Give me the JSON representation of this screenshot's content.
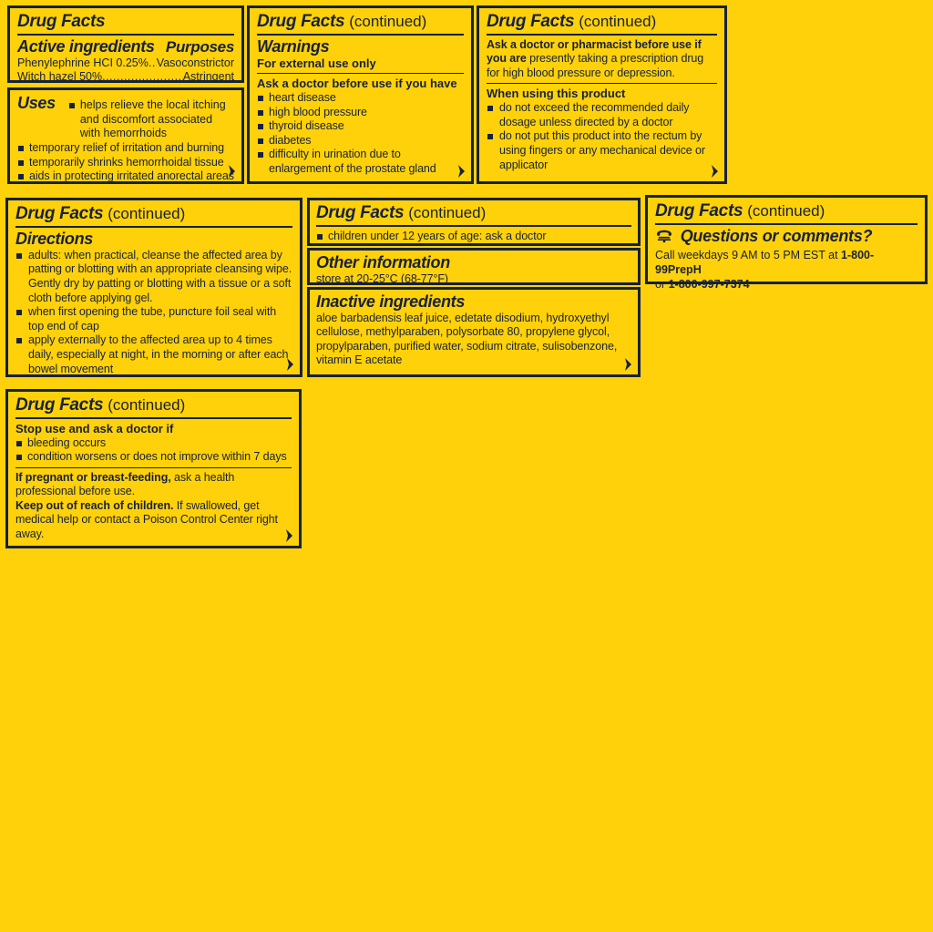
{
  "colors": {
    "background": "#FFD10A",
    "ink": "#16213f"
  },
  "common": {
    "title": "Drug Facts",
    "continued": "(continued)",
    "arrow_icon": "continuation-arrow-icon",
    "phone_icon": "telephone-icon"
  },
  "panels": {
    "active_ingredients": {
      "title": "Drug Facts",
      "heading_left": "Active ingredients",
      "heading_right": "Purposes",
      "rows": [
        {
          "name": "Phenylephrine HCI 0.25%",
          "dots": " .....",
          "purpose": "Vasoconstrictor"
        },
        {
          "name": "Witch hazel 50%",
          "dots": "............................",
          "purpose": "Astringent"
        }
      ]
    },
    "uses": {
      "heading": "Uses",
      "first_item": "helps relieve the local itching and discomfort associated with hemorrhoids",
      "items": [
        "temporary relief of irritation and burning",
        "temporarily shrinks hemorrhoidal tissue",
        "aids in protecting irritated anorectal areas"
      ]
    },
    "warnings": {
      "title": "Drug Facts",
      "continued": "(continued)",
      "heading": "Warnings",
      "subheading": "For external use only",
      "ask_heading": "Ask a doctor before use if you have",
      "ask_items": [
        "heart disease",
        "high blood pressure",
        "thyroid disease",
        "diabetes",
        "difficulty in urination due to enlargement of the prostate gland"
      ]
    },
    "ask_pharmacist": {
      "title": "Drug Facts",
      "continued": "(continued)",
      "ask_bold": "Ask a doctor or pharmacist before use if you are",
      "ask_rest": "presently taking a prescription drug for high blood pressure or depression.",
      "when_using_heading": "When using this product",
      "when_using_items": [
        "do not exceed the recommended daily dosage unless directed by a doctor",
        "do not put this product into the rectum by using fingers or any mechanical device or applicator"
      ]
    },
    "directions": {
      "title": "Drug Facts",
      "continued": "(continued)",
      "heading": "Directions",
      "items": [
        "adults: when practical, cleanse the affected area by patting or blotting with an appropriate cleansing wipe. Gently dry by patting or blotting with a tissue or a soft cloth before applying gel.",
        "when first opening the tube, puncture foil seal with top end of cap",
        "apply externally to the affected area up to 4 times daily, especially at night, in the morning or after each bowel movement"
      ]
    },
    "children": {
      "title": "Drug Facts",
      "continued": "(continued)",
      "item": "children under 12 years of age: ask a doctor"
    },
    "other_information": {
      "heading": "Other information",
      "text": "store at 20-25°C (68-77°F)"
    },
    "inactive_ingredients": {
      "heading": "Inactive ingredients",
      "text": "aloe barbadensis leaf juice, edetate disodium, hydroxyethyl cellulose, methylparaben, polysorbate 80, propylene glycol, propylparaben, purified water, sodium citrate, sulisobenzone, vitamin E acetate"
    },
    "questions": {
      "title": "Drug Facts",
      "continued": "(continued)",
      "heading": "Questions or comments?",
      "line1_prefix": "Call weekdays 9 AM to 5 PM EST at ",
      "line1_phone": "1-800-99PrepH",
      "line2_prefix": "or ",
      "line2_phone": "1-800-997-7374"
    },
    "stop_use": {
      "title": "Drug Facts",
      "continued": "(continued)",
      "heading": "Stop use and ask a doctor if",
      "items": [
        "bleeding occurs",
        "condition worsens or does not improve within 7 days"
      ],
      "pregnant_bold": "If pregnant or breast-feeding,",
      "pregnant_rest": " ask a health professional before use.",
      "keep_bold": "Keep out of reach of children.",
      "keep_rest": " If swallowed, get medical help or contact a Poison Control Center right away."
    }
  }
}
